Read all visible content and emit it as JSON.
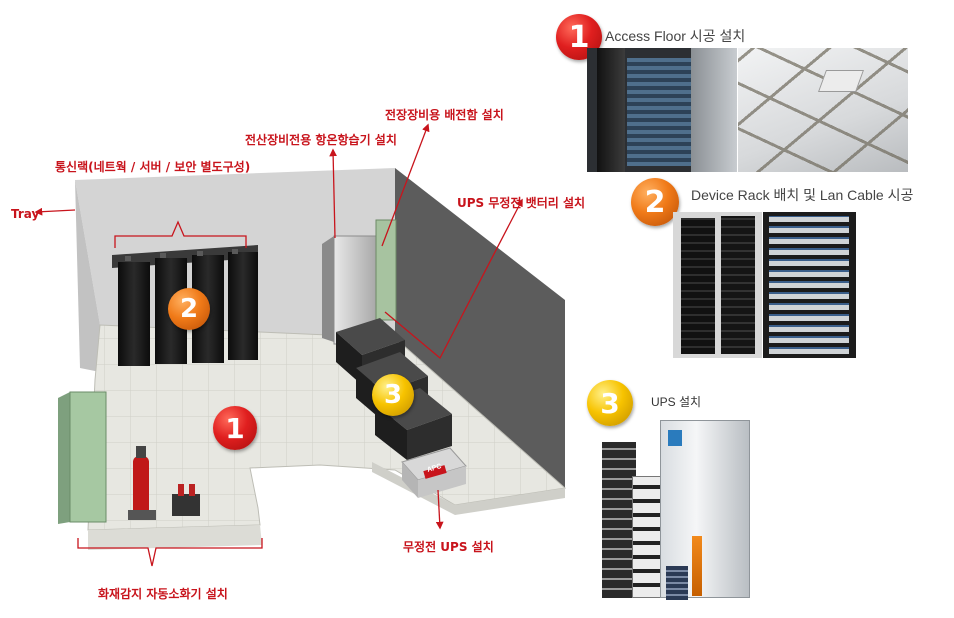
{
  "diagram": {
    "labels": {
      "tray": "Tray",
      "racks": "통신랙(네트웍 / 서버 / 보안 별도구성)",
      "hvac": "전산장비전용 항온항습기 설치",
      "distribution": "전장장비용 배전함 설치",
      "battery": "UPS 무정전 뱃터리 설치",
      "ups": "무정전 UPS 설치",
      "fire": "화재감지 자동소화기 설치"
    },
    "badges": [
      "1",
      "2",
      "3"
    ],
    "ups_brand": "APC"
  },
  "panels": [
    {
      "number": "1",
      "caption": "Access Floor 시공 설치"
    },
    {
      "number": "2",
      "caption": "Device Rack 배치 및 Lan Cable 시공"
    },
    {
      "number": "3",
      "caption": "UPS 설치"
    }
  ],
  "colors": {
    "label_red": "#c8141c",
    "badge_red": "#e01f1f",
    "badge_orange": "#f07a18",
    "badge_yellow": "#f7c300",
    "wall": "#d5d5d5",
    "floor": "#e6e6e0"
  }
}
